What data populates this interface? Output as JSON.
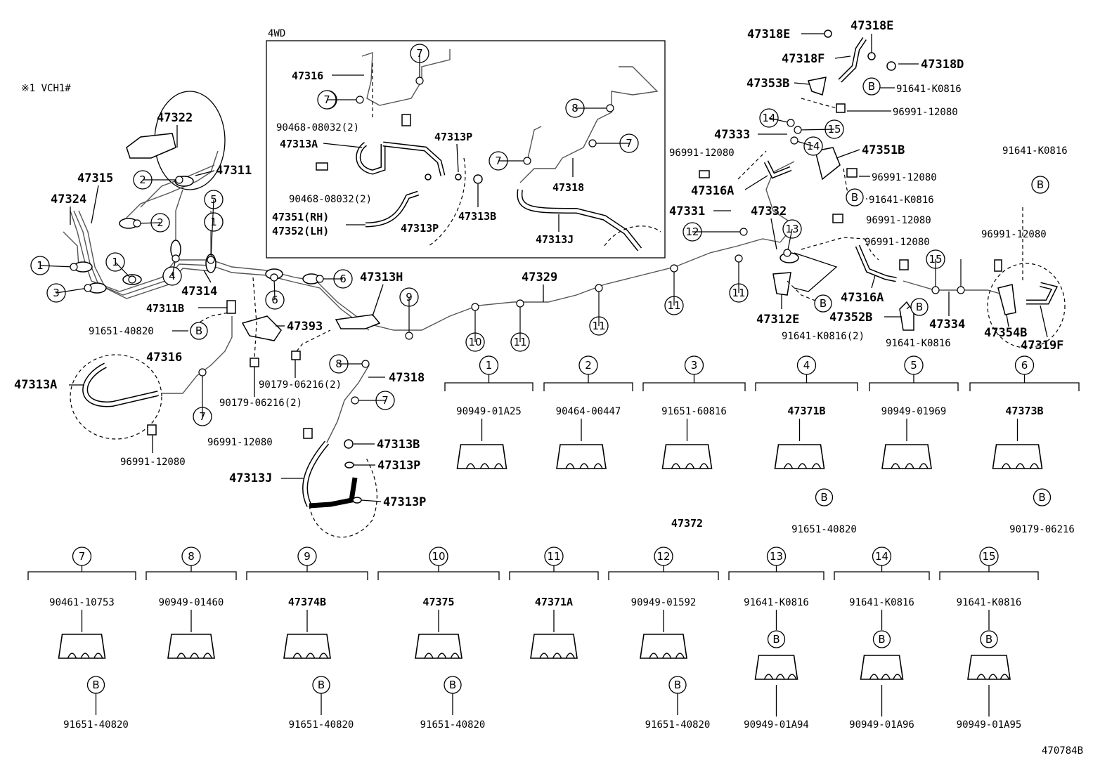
{
  "variant_note": "※1 VCH1#",
  "inset": {
    "title": "4WD"
  },
  "footer_code": "470784B",
  "refs": {
    "one": "1",
    "B": "B"
  },
  "labels": {
    "p47322": "47322",
    "p47311": "47311",
    "p47315": "47315",
    "p47324": "47324",
    "p47314": "47314",
    "p47311B": "47311B",
    "p91651_40820_a": "91651-40820",
    "p47316_main": "47316",
    "p47313A_main": "47313A",
    "p96991_main_a": "96991-12080",
    "p47393": "47393",
    "p90179_a": "90179-06216(2)",
    "p90179_b": "90179-06216(2)",
    "p47313H": "47313H",
    "p47329": "47329",
    "p47318_main": "47318",
    "p96991_main_b": "96991-12080",
    "p47313B_main": "47313B",
    "p47313J_main": "47313J",
    "p47313P_main_a": "47313P",
    "p47313P_main_b": "47313P",
    "p47316_in": "47316",
    "p90468_a": "90468-08032(2)",
    "p47313A_in": "47313A",
    "p47313P_in_a": "47313P",
    "p90468_b": "90468-08032(2)",
    "p47351": "47351(RH)",
    "p47352": "47352(LH)",
    "p47313P_in_b": "47313P",
    "p47313B_in": "47313B",
    "p47318_in": "47318",
    "p47313J_in": "47313J",
    "p47318E_a": "47318E",
    "p47318E_b": "47318E",
    "p47318F": "47318F",
    "p47318D": "47318D",
    "p47353B": "47353B",
    "p91641_a": "91641-K0816",
    "p96991_r_a": "96991-12080",
    "p47333": "47333",
    "p47351B": "47351B",
    "p96991_r_b": "96991-12080",
    "p96991_r_c": "96991-12080",
    "p47316A_a": "47316A",
    "p91641_b": "91641-K0816",
    "p47331": "47331",
    "p47332": "47332",
    "p96991_r_d": "96991-12080",
    "p91641_c": "91641-K0816",
    "p96991_r_e": "96991-12080",
    "p96991_r_f": "96991-12080",
    "p47316A_b": "47316A",
    "p47312E": "47312E",
    "p47352B": "47352B",
    "p47334": "47334",
    "p47354B": "47354B",
    "p47319F": "47319F",
    "p91641_d": "91641-K0816(2)",
    "p91641_e": "91641-K0816"
  },
  "detail_groups_top": [
    {
      "ref": "1",
      "parts": [
        "90949-01A25"
      ]
    },
    {
      "ref": "2",
      "parts": [
        "90464-00447"
      ]
    },
    {
      "ref": "3",
      "parts": [
        "91651-60816",
        "47372"
      ]
    },
    {
      "ref": "4",
      "parts": [
        "47371B",
        "91651-40820"
      ]
    },
    {
      "ref": "5",
      "parts": [
        "90949-01969"
      ]
    },
    {
      "ref": "6",
      "parts": [
        "47373B",
        "90179-06216"
      ]
    }
  ],
  "detail_groups_bottom": [
    {
      "ref": "7",
      "parts": [
        "90461-10753",
        "91651-40820"
      ]
    },
    {
      "ref": "8",
      "parts": [
        "90949-01460"
      ]
    },
    {
      "ref": "9",
      "parts": [
        "47374B",
        "91651-40820"
      ]
    },
    {
      "ref": "10",
      "parts": [
        "47375",
        "91651-40820"
      ]
    },
    {
      "ref": "11",
      "parts": [
        "47371A"
      ]
    },
    {
      "ref": "12",
      "parts": [
        "90949-01592",
        "91651-40820"
      ]
    },
    {
      "ref": "13",
      "parts": [
        "91641-K0816",
        "90949-01A94"
      ]
    },
    {
      "ref": "14",
      "parts": [
        "91641-K0816",
        "90949-01A96"
      ]
    },
    {
      "ref": "15",
      "parts": [
        "91641-K0816",
        "90949-01A95"
      ]
    }
  ],
  "callouts_main": [
    "1",
    "1",
    "1",
    "2",
    "2",
    "3",
    "4",
    "5",
    "6",
    "6",
    "7",
    "7",
    "7",
    "8",
    "9",
    "10",
    "11",
    "11",
    "11",
    "11",
    "12",
    "13",
    "14",
    "14",
    "15",
    "15"
  ],
  "callouts_inset": [
    "7",
    "7",
    "7",
    "7",
    "8"
  ]
}
